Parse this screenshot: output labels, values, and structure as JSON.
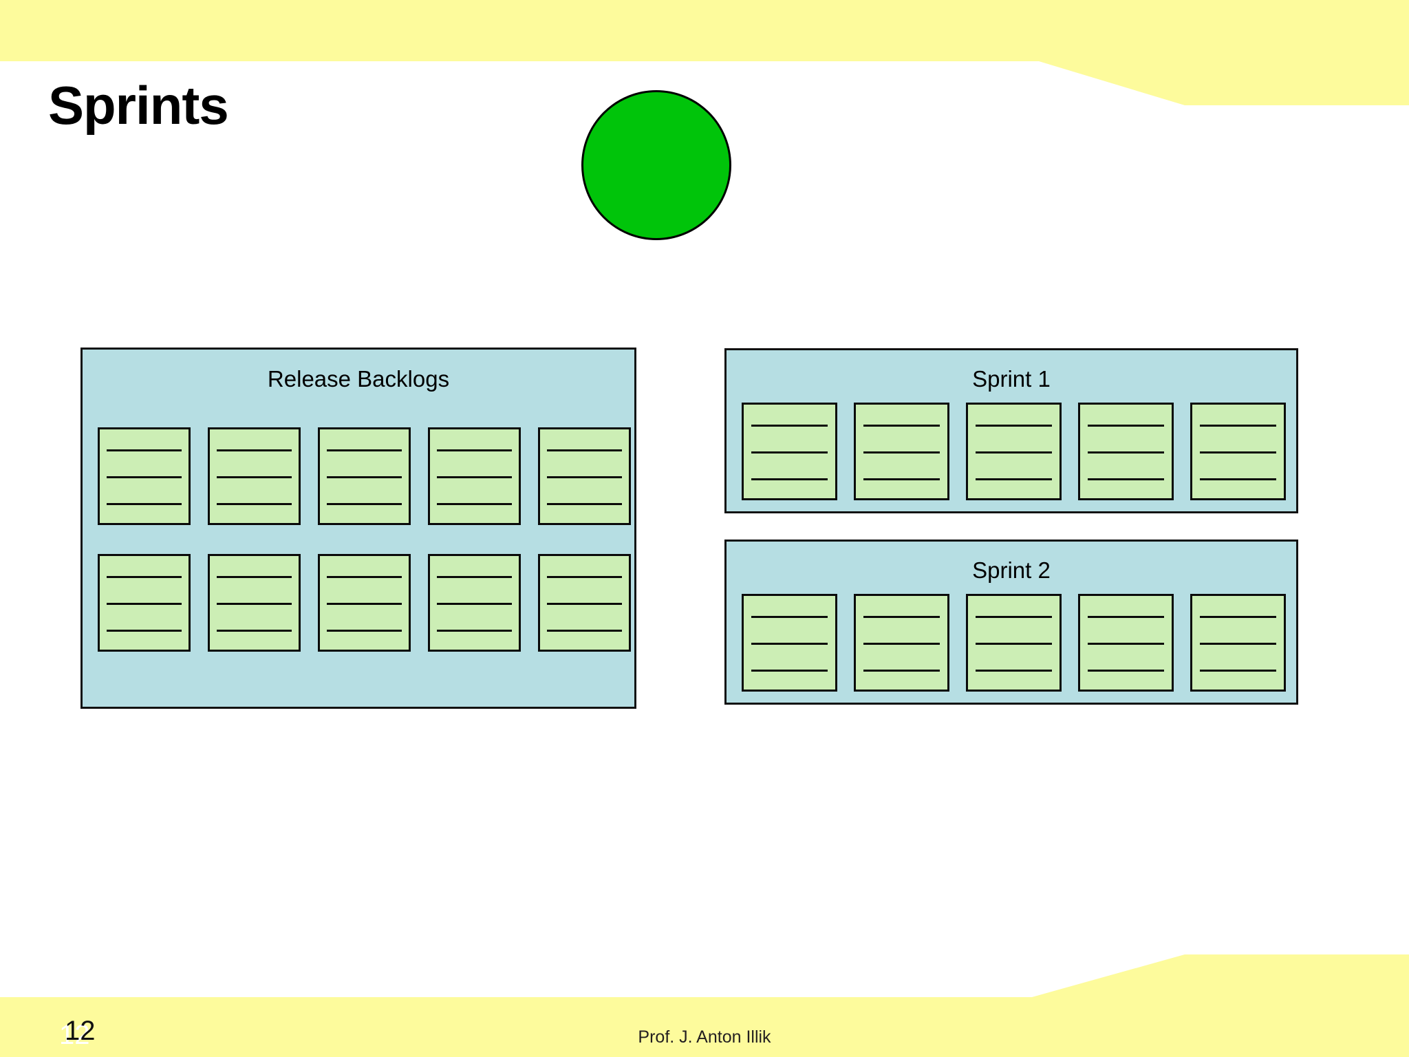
{
  "slide": {
    "title": "Sprints",
    "page_number": "12",
    "footer_credit": "Prof. J. Anton Illik",
    "accent_band_color": "#fdfb9c",
    "panel_fill_color": "#b6dee3",
    "card_fill_color": "#cceeb5",
    "circle_color": "#00c40a",
    "outline_color": "#0a0a0a"
  },
  "decor": {
    "green_circle_name": "green-circle-bullet"
  },
  "panels": [
    {
      "id": "release",
      "title": "Release Backlogs",
      "rows": [
        {
          "cards": 5,
          "lines_per_card": 3
        },
        {
          "cards": 5,
          "lines_per_card": 3
        }
      ]
    },
    {
      "id": "sprint1",
      "title": "Sprint 1",
      "rows": [
        {
          "cards": 5,
          "lines_per_card": 3
        }
      ]
    },
    {
      "id": "sprint2",
      "title": "Sprint 2",
      "rows": [
        {
          "cards": 5,
          "lines_per_card": 3
        }
      ]
    }
  ]
}
